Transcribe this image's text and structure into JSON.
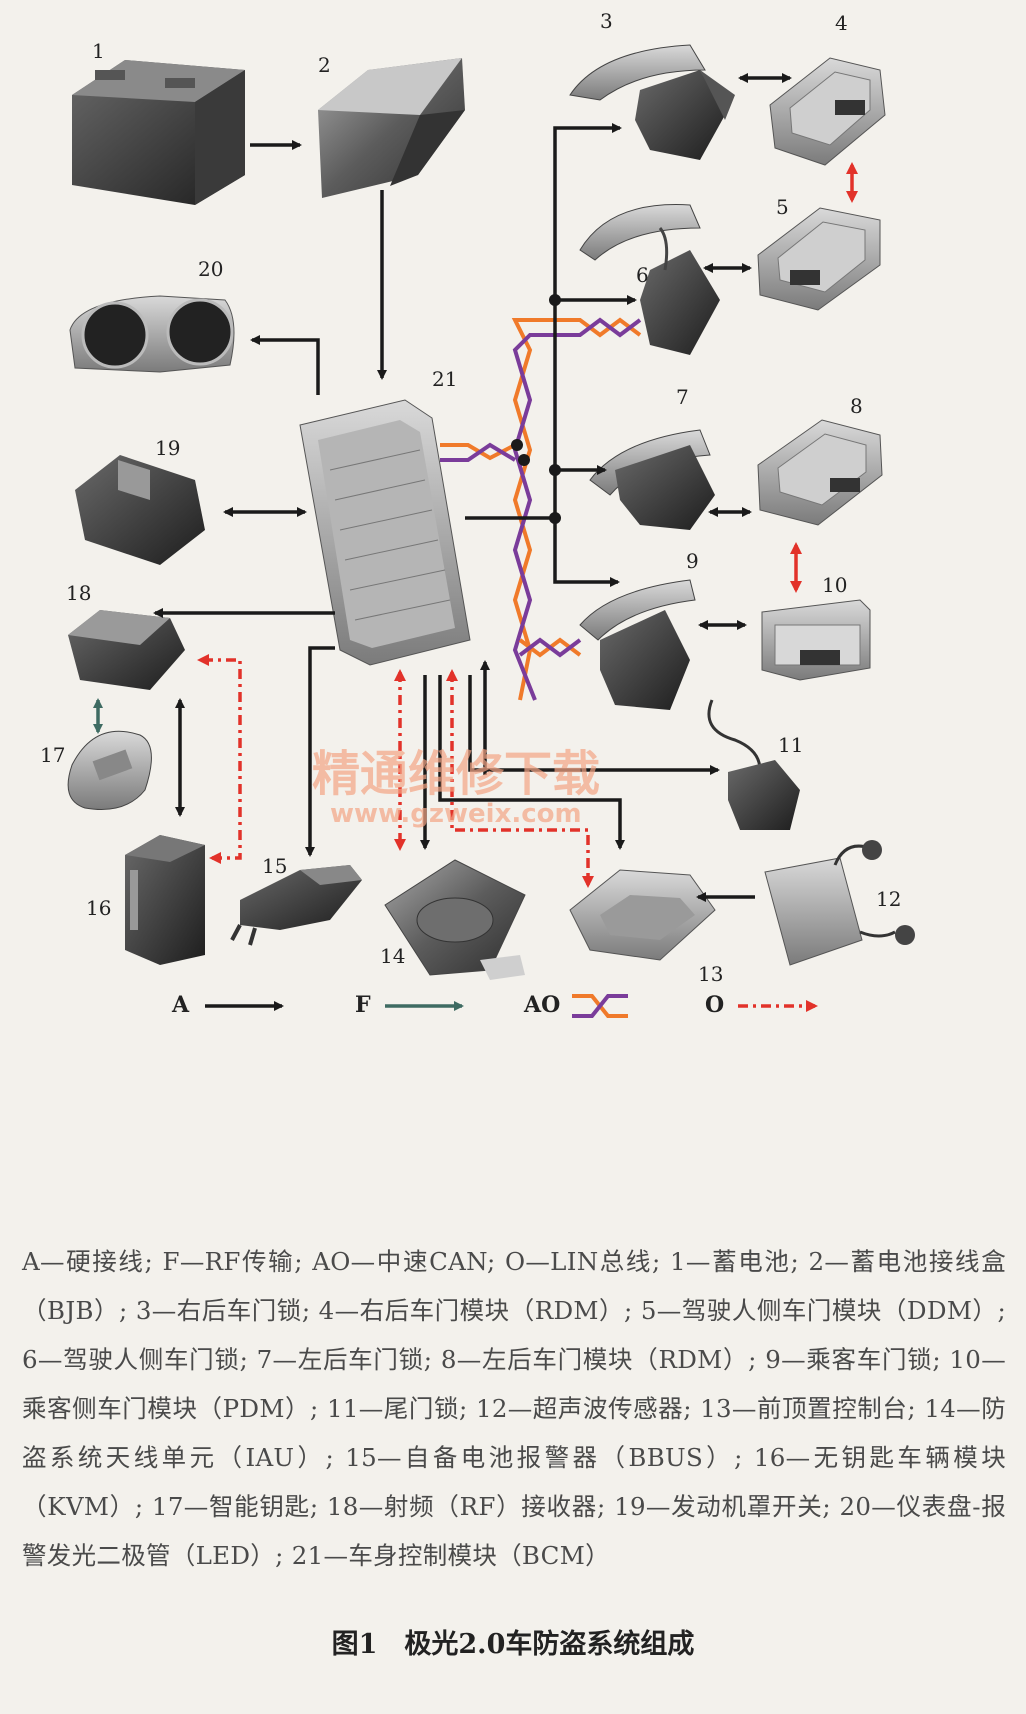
{
  "components": [
    {
      "id": "1"
    },
    {
      "id": "2"
    },
    {
      "id": "3"
    },
    {
      "id": "4"
    },
    {
      "id": "5"
    },
    {
      "id": "6"
    },
    {
      "id": "7"
    },
    {
      "id": "8"
    },
    {
      "id": "9"
    },
    {
      "id": "10"
    },
    {
      "id": "11"
    },
    {
      "id": "12"
    },
    {
      "id": "13"
    },
    {
      "id": "14"
    },
    {
      "id": "15"
    },
    {
      "id": "16"
    },
    {
      "id": "17"
    },
    {
      "id": "18"
    },
    {
      "id": "19"
    },
    {
      "id": "20"
    },
    {
      "id": "21"
    }
  ],
  "legend": {
    "a": "A",
    "f": "F",
    "ao": "AO",
    "o": "O"
  },
  "watermark": {
    "cn": "精通维修下载",
    "url": "www.gzweix.com"
  },
  "caption": {
    "text": "A—硬接线; F—RF传输; AO—中速CAN; O—LIN总线; 1—蓄电池; 2—蓄电池接线盒（BJB）; 3—右后车门锁; 4—右后车门模块（RDM）; 5—驾驶人侧车门模块（DDM）; 6—驾驶人侧车门锁; 7—左后车门锁; 8—左后车门模块（RDM）; 9—乘客车门锁; 10—乘客侧车门模块（PDM）; 11—尾门锁; 12—超声波传感器; 13—前顶置控制台; 14—防盗系统天线单元（IAU）; 15—自备电池报警器（BBUS）; 16—无钥匙车辆模块（KVM）; 17—智能钥匙; 18—射频（RF）接收器; 19—发动机罩开关; 20—仪表盘-报警发光二极管（LED）; 21—车身控制模块（BCM）",
    "figure_title": "图1　极光2.0车防盗系统组成"
  },
  "colors": {
    "hardwire": "#1a1a1a",
    "rf": "#3e6b62",
    "can_orange": "#f07a2a",
    "can_purple": "#7a3c9a",
    "lin": "#e2322a"
  }
}
